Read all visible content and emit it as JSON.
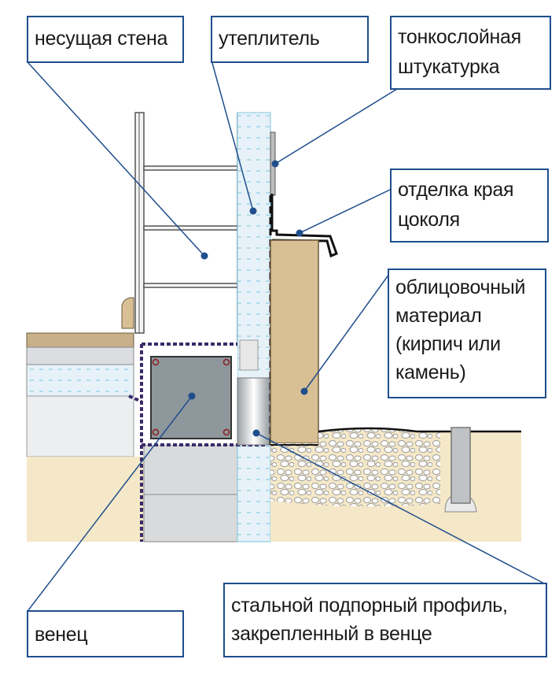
{
  "labels": {
    "bearing_wall": "несущая стена",
    "insulation": "утеплитель",
    "thin_plaster_line1": "тонкослойная",
    "thin_plaster_line2": "штукатурка",
    "plinth_edge_line1": "отделка края",
    "plinth_edge_line2": "цоколя",
    "facing_line1": "облицовочный",
    "facing_line2": "материал",
    "facing_line3": "(кирпич или",
    "facing_line4": "камень)",
    "crown": "венец",
    "steel_profile_line1": "стальной подпорный профиль,",
    "steel_profile_line2": "закрепленный в венце"
  },
  "colors": {
    "leader": "#1f4e8c",
    "insulation": "#e6f2f8",
    "brick": "#d9bf94",
    "soil": "#f5e8c8",
    "concrete": "#d8dadc",
    "crown_block": "#8e979b",
    "dashed_outline": "#3b2a6b",
    "floor_board": "#c8b08a"
  }
}
